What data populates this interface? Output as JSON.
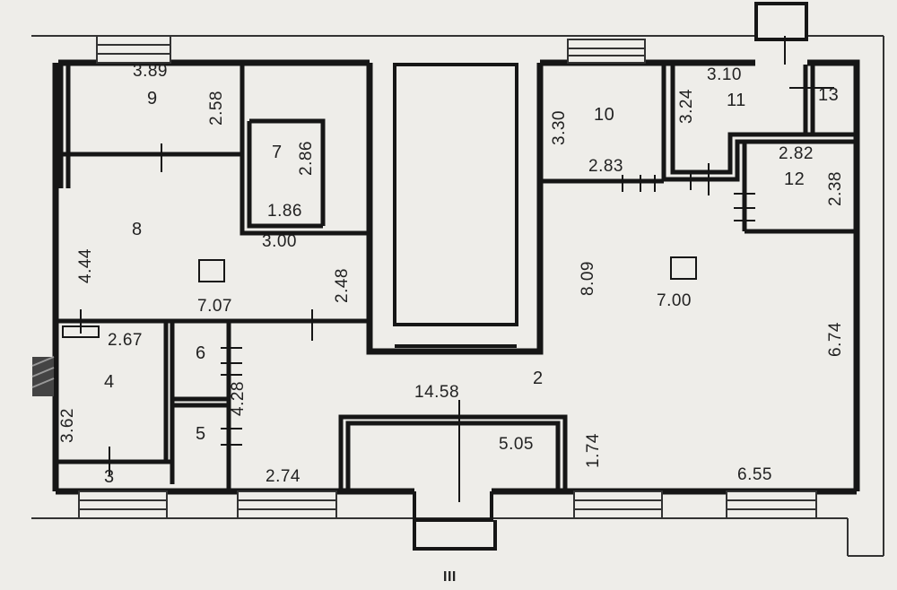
{
  "rooms": {
    "r2": "2",
    "r3": "3",
    "r4": "4",
    "r5": "5",
    "r6": "6",
    "r7": "7",
    "r8": "8",
    "r9": "9",
    "r10": "10",
    "r11": "11",
    "r12": "12",
    "r13": "13"
  },
  "dimensions": {
    "d_389": "3.89",
    "d_258": "2.58",
    "d_286": "2.86",
    "d_186": "1.86",
    "d_300": "3.00",
    "d_444": "4.44",
    "d_707": "7.07",
    "d_248": "2.48",
    "d_330": "3.30",
    "d_283": "2.83",
    "d_310": "3.10",
    "d_324": "3.24",
    "d_282": "2.82",
    "d_238": "2.38",
    "d_809": "8.09",
    "d_700": "7.00",
    "d_674": "6.74",
    "d_267": "2.67",
    "d_362": "3.62",
    "d_428": "4.28",
    "d_1458": "14.58",
    "d_505": "5.05",
    "d_174": "1.74",
    "d_274": "2.74",
    "d_655": "6.55"
  },
  "facade_label": "III",
  "colors": {
    "paper": "#eeede9",
    "wall": "#161616",
    "window": "#555555"
  }
}
